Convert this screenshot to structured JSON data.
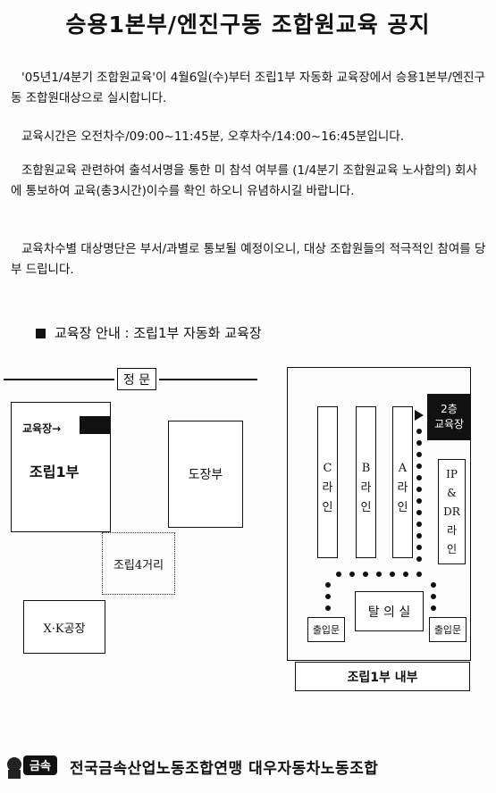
{
  "title": "승용1본부/엔진구동 조합원교육 공지",
  "paragraphs": {
    "p1": "'05년1/4분기 조합원교육'이 4월6일(수)부터 조립1부 자동화 교육장에서 승용1본부/엔진구동 조합원대상으로 실시합니다.",
    "p2": "교육시간은 오전차수/09:00~11:45분, 오후차수/14:00~16:45분입니다.",
    "p3": "조합원교육 관련하여 출석서명을 통한 미 참석 여부를 (1/4분기 조합원교육 노사합의) 회사에 통보하여 교육(총3시간)이수를 확인 하오니 유념하시길 바랍니다.",
    "p4": "교육차수별 대상명단은 부서/과별로 통보될 예정이오니, 대상 조합원들의 적극적인 참여를 당부 드립니다."
  },
  "section_heading": "교육장 안내 : 조립1부 자동화 교육장",
  "map_left": {
    "main_gate": "정 문",
    "classroom_pointer": "교육장→",
    "assembly1": "조립1부",
    "paint_shop": "도장부",
    "intersection": "조립4거리",
    "xk_factory": "X·K공장"
  },
  "map_right": {
    "floor2_line1": "2층",
    "floor2_line2": "교육장",
    "line_c": [
      "C",
      "라",
      "인"
    ],
    "line_b": [
      "B",
      "라",
      "인"
    ],
    "line_a": [
      "A",
      "라",
      "인"
    ],
    "line_ipdr": [
      "IP",
      "&",
      "DR",
      "라",
      "인"
    ],
    "locker_room": "탈 의 실",
    "entrance_left": "출입문",
    "entrance_right": "출입문",
    "caption": "조립1부 내부"
  },
  "footer": {
    "logo_text": "금속",
    "org_name": "전국금속산업노동조합연맹 대우자동차노동조합"
  }
}
